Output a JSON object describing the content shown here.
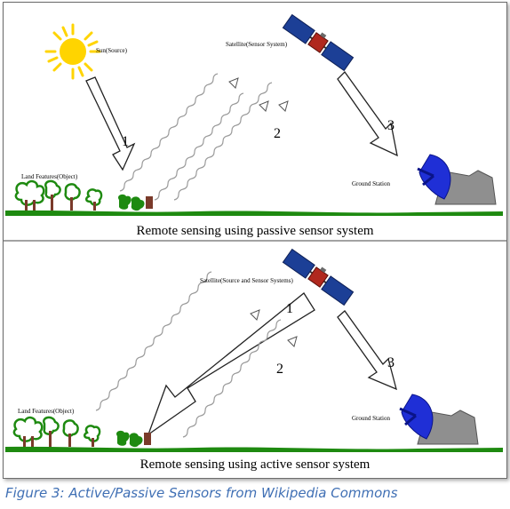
{
  "panels": [
    {
      "title": "Remote sensing using passive sensor system",
      "source_label": "Sun(Source)",
      "satellite_label": "Satellite(Sensor System)",
      "land_label": "Land Features(Object)",
      "station_label": "Ground Station",
      "step_labels": [
        "1",
        "2",
        "3"
      ]
    },
    {
      "title": "Remote sensing using active sensor system",
      "satellite_label": "Satellite(Source and Sensor Systems)",
      "land_label": "Land Features(Object)",
      "station_label": "Ground Station",
      "step_labels": [
        "1",
        "2",
        "3"
      ]
    }
  ],
  "caption": "Figure 3: Active/Passive Sensors from Wikipedia Commons",
  "colors": {
    "sun": "#ffd400",
    "satellite_body": "#b0281e",
    "solar_panel": "#1c3f96",
    "dish": "#1f2fd6",
    "building": "#8f8f8f",
    "vegetation": "#1e8a10",
    "tree_trunk": "#7a3a2a",
    "wave": "#9a9a9a",
    "arrow": "#222222",
    "caption": "#3f6fb4"
  }
}
